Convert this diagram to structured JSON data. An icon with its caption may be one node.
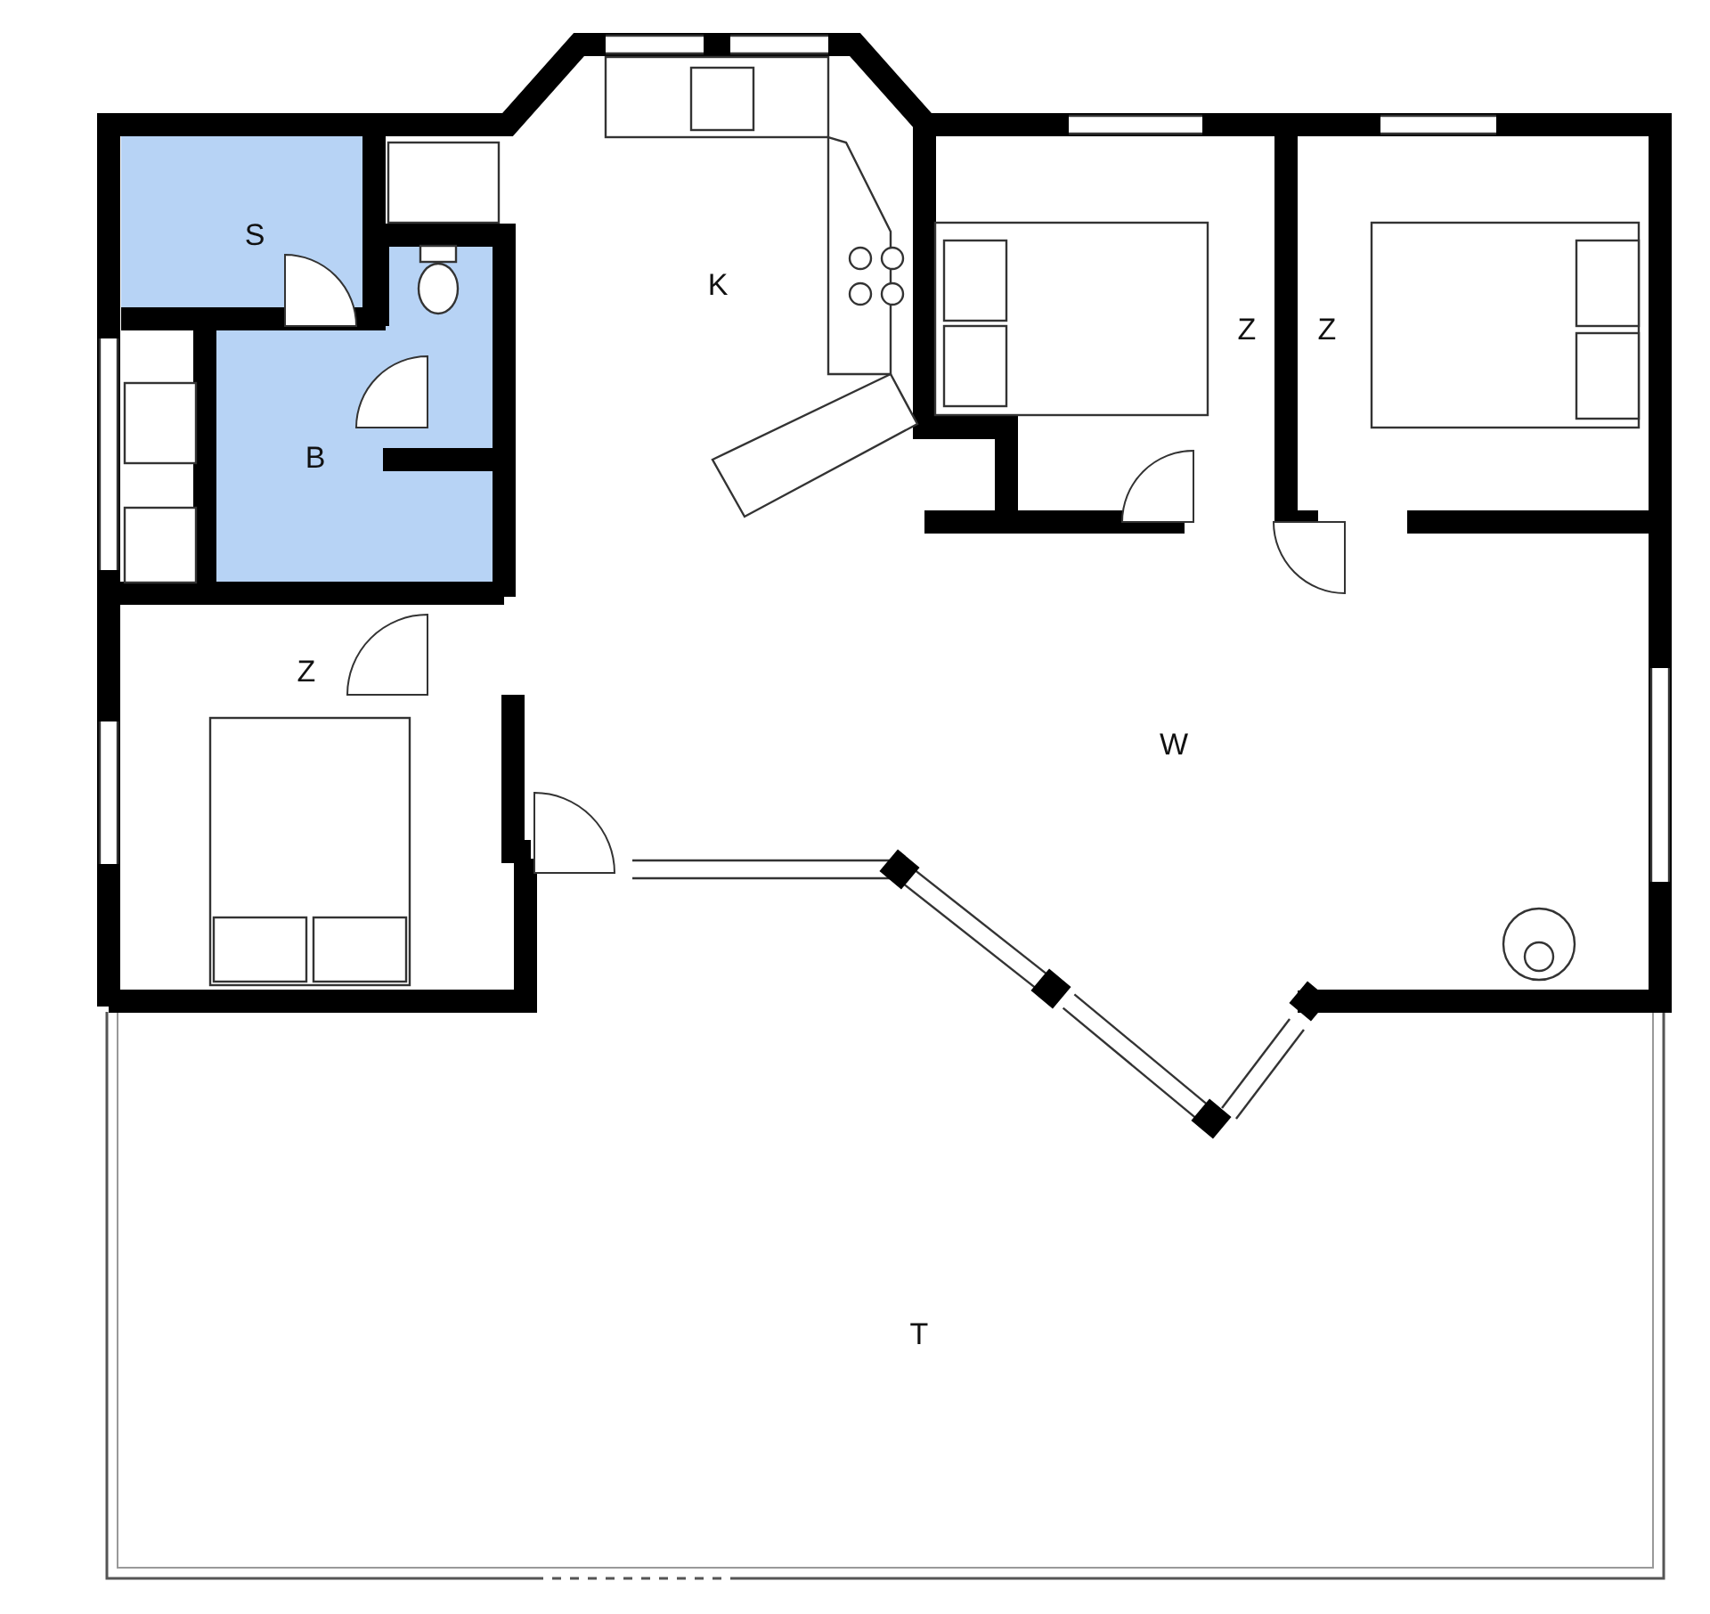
{
  "diagram": {
    "labels": [
      "S",
      "K",
      "Z",
      "Z",
      "B",
      "Z",
      "W",
      "T"
    ]
  }
}
